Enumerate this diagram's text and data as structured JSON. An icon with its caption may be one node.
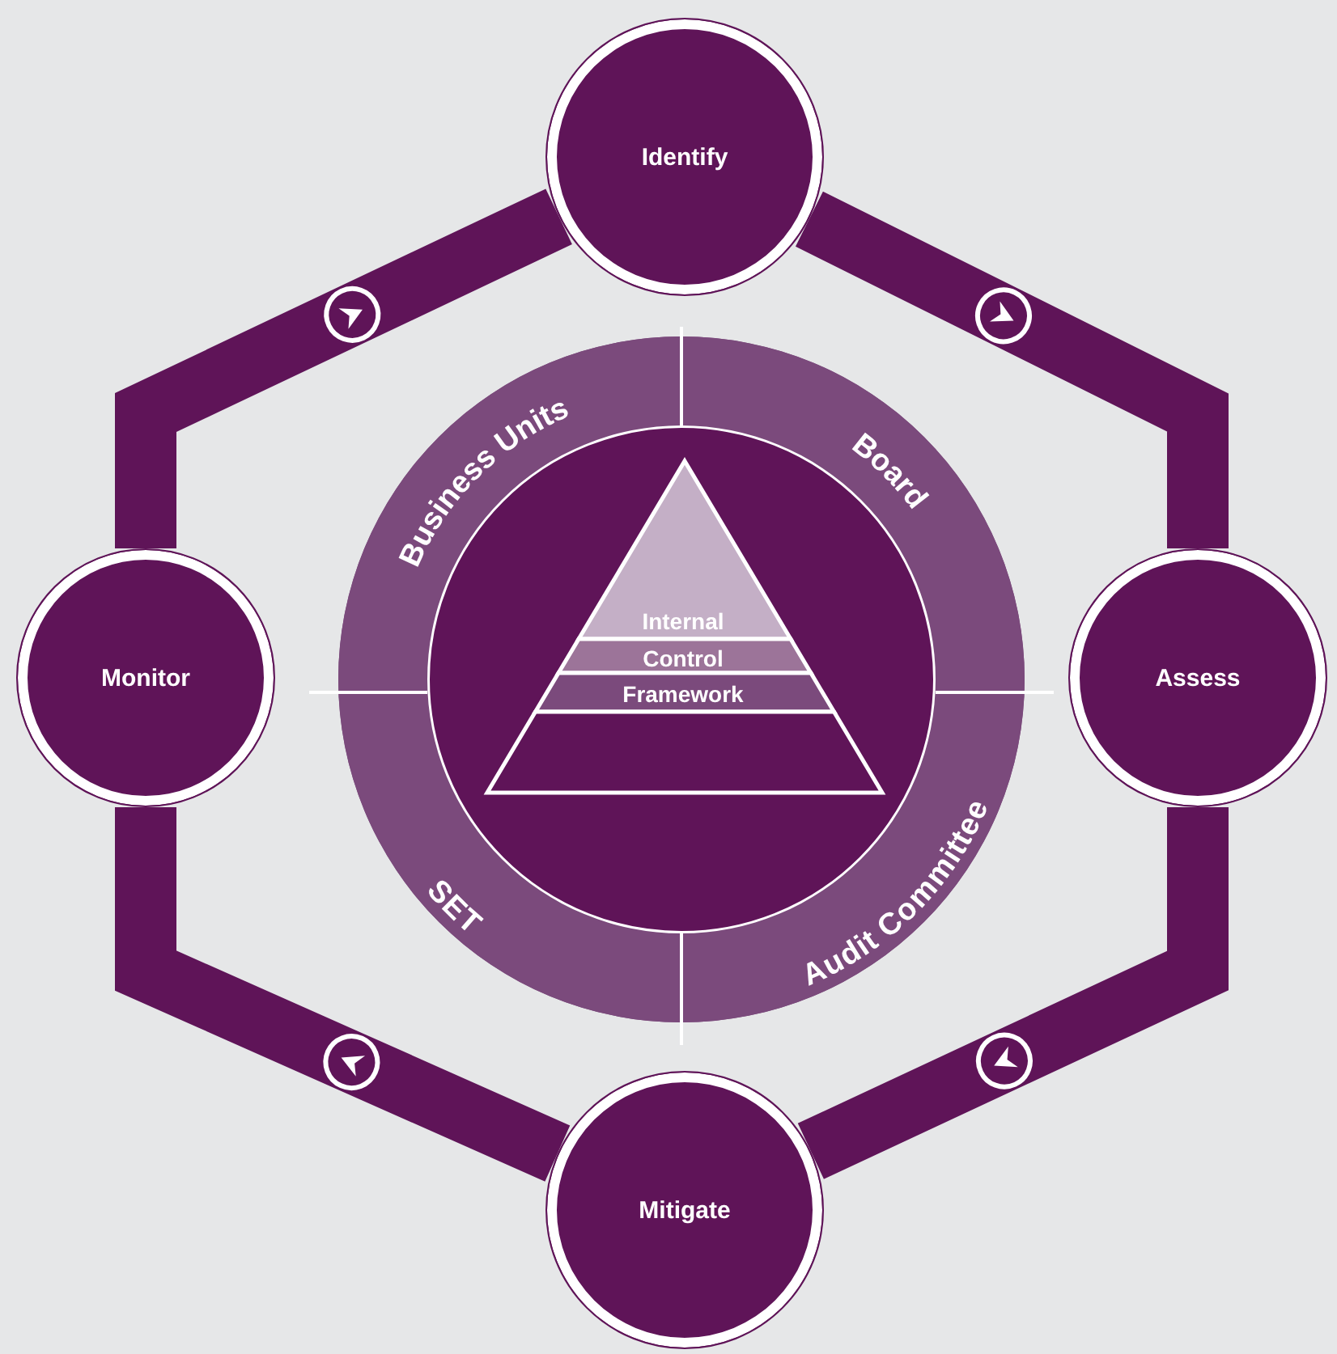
{
  "diagram": {
    "nodes": [
      {
        "text": [
          "Identify"
        ]
      },
      {
        "text": [
          "Assess"
        ]
      },
      {
        "text": [
          "Mitigate"
        ]
      },
      {
        "text": [
          "Monitor"
        ]
      },
      {
        "text": [
          "Business Units"
        ]
      },
      {
        "text": [
          "Board"
        ]
      },
      {
        "text": [
          "Audit Committee"
        ]
      },
      {
        "text": [
          "SET"
        ]
      },
      {
        "text": [
          "Internal Control Framework"
        ]
      }
    ],
    "edges": [
      {
        "from": 0,
        "to": 1,
        "arrow": "to"
      },
      {
        "from": 1,
        "to": 2,
        "arrow": "to"
      },
      {
        "from": 2,
        "to": 3,
        "arrow": "to"
      },
      {
        "from": 3,
        "to": 0,
        "arrow": "to"
      }
    ]
  }
}
